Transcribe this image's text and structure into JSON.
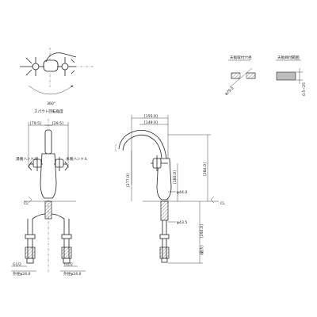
{
  "labels": {
    "spout_rotation": "スパウト回転角度",
    "rotation_angle": "360°",
    "mount_hole_size": "天板取付穴径",
    "mount_range": "天板締付範囲",
    "hole_diameter": "φ29.5",
    "range": "0.5~25",
    "dim_79_5": "[79.5]",
    "dim_29_5": "[29.5]",
    "hot_handle": "湯側ハンドル",
    "cold_handle": "水側ハンドル",
    "cl_left": "CL",
    "cl_right": "CL",
    "dim_155": "[155.0]",
    "dim_149": "[149.0]",
    "dim_277": "[277.0]",
    "dim_180": "[180.0]",
    "dim_284": "[284.0]",
    "phi_44": "φ44.0",
    "phi_43_5": "φ43.5",
    "dim_292": "[292.0]",
    "unit_label": "(最大)",
    "g12_left": "G1/2",
    "g12_right": "G1/2",
    "tube_left": "外径φ24.0",
    "tube_right": "外径φ24.0"
  }
}
